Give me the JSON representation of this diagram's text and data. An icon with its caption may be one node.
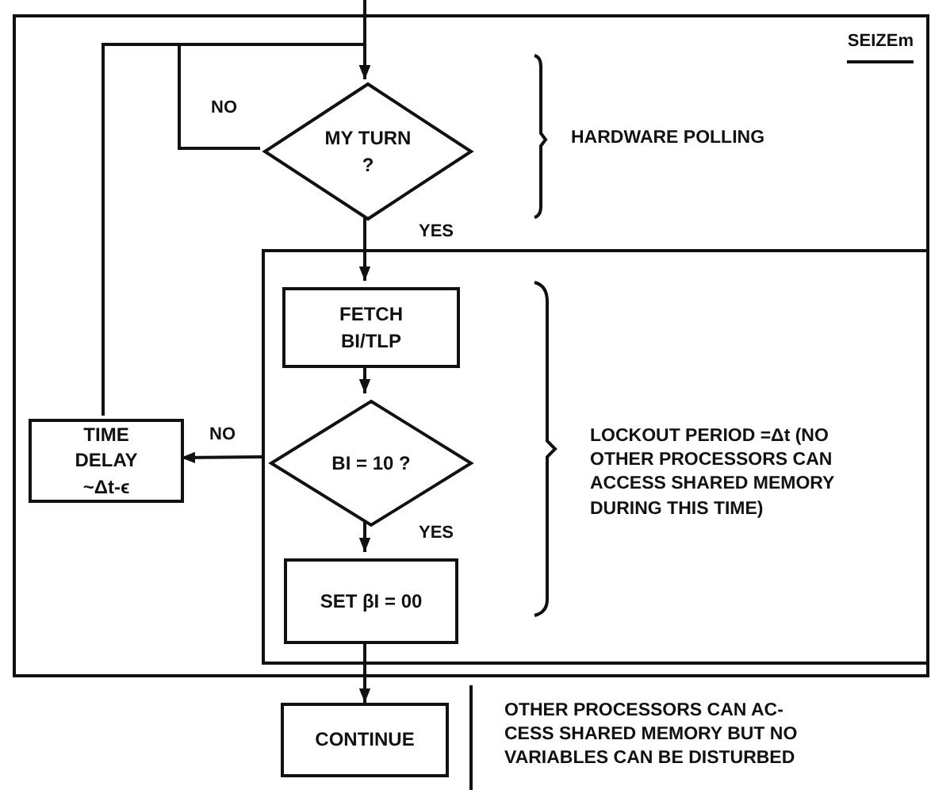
{
  "diagram": {
    "nodes": [
      {
        "text": [
          "SEIZEm"
        ]
      },
      {
        "text": [
          "MY TURN ?"
        ],
        "in": 0
      },
      {
        "text": [],
        "shape": "box",
        "in": 0
      },
      {
        "text": [
          "FETCH BI/TLP"
        ],
        "in": 2
      },
      {
        "text": [
          "BI = 10 ?"
        ],
        "in": 2
      },
      {
        "text": [
          "SET βI = 00"
        ],
        "in": 2
      },
      {
        "text": [
          "TIME DELAY ~Δt-ϵ"
        ],
        "in": 0
      },
      {
        "text": [
          "CONTINUE"
        ]
      }
    ],
    "edges": [
      {
        "from": null,
        "to": 1,
        "arrow": "none"
      },
      {
        "from": 1,
        "to": 1,
        "arrow": "to",
        "label": "NO"
      },
      {
        "from": 6,
        "to": 1,
        "arrow": "to"
      },
      {
        "from": 1,
        "to": 3,
        "arrow": "to",
        "label": "YES"
      },
      {
        "from": 3,
        "to": 4,
        "arrow": "to"
      },
      {
        "from": 4,
        "to": 6,
        "arrow": "to",
        "label": "NO"
      },
      {
        "from": 4,
        "to": 5,
        "arrow": "to",
        "label": "YES"
      },
      {
        "from": 5,
        "to": 7,
        "arrow": "to"
      }
    ],
    "labels": [
      "HARDWARE POLLING",
      "LOCKOUT PERIOD =Δt (NO OTHER PROCESSORS CAN ACCESS SHARED MEMORY DURING THIS TIME)",
      "OTHER PROCESSORS CAN AC- CESS SHARED MEMORY BUT NO VARIABLES CAN BE DISTURBED"
    ]
  }
}
